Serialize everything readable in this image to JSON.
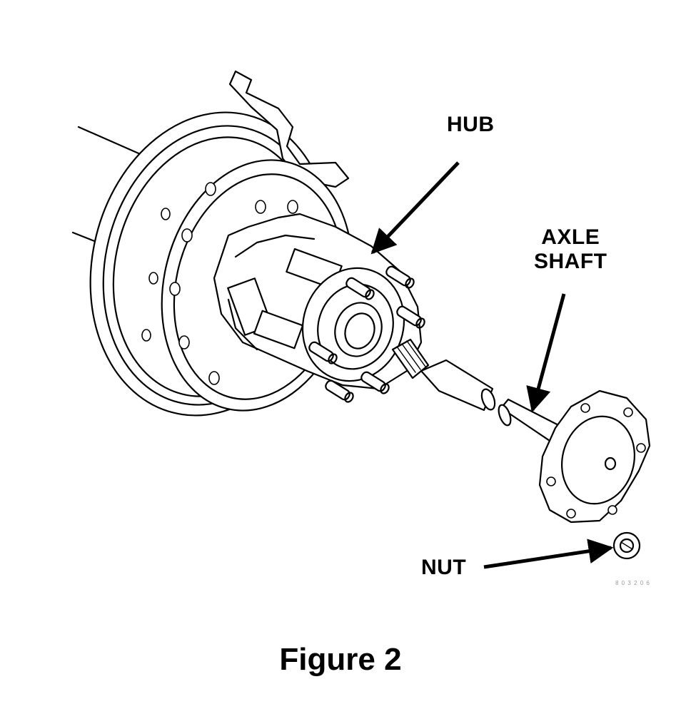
{
  "diagram": {
    "labels": {
      "hub": "HUB",
      "axle_shaft_line1": "AXLE",
      "axle_shaft_line2": "SHAFT",
      "nut": "NUT"
    },
    "caption": "Figure 2",
    "part_code": "8 0 3 2 0 6"
  },
  "colors": {
    "ink": "#000000",
    "background": "#ffffff"
  }
}
